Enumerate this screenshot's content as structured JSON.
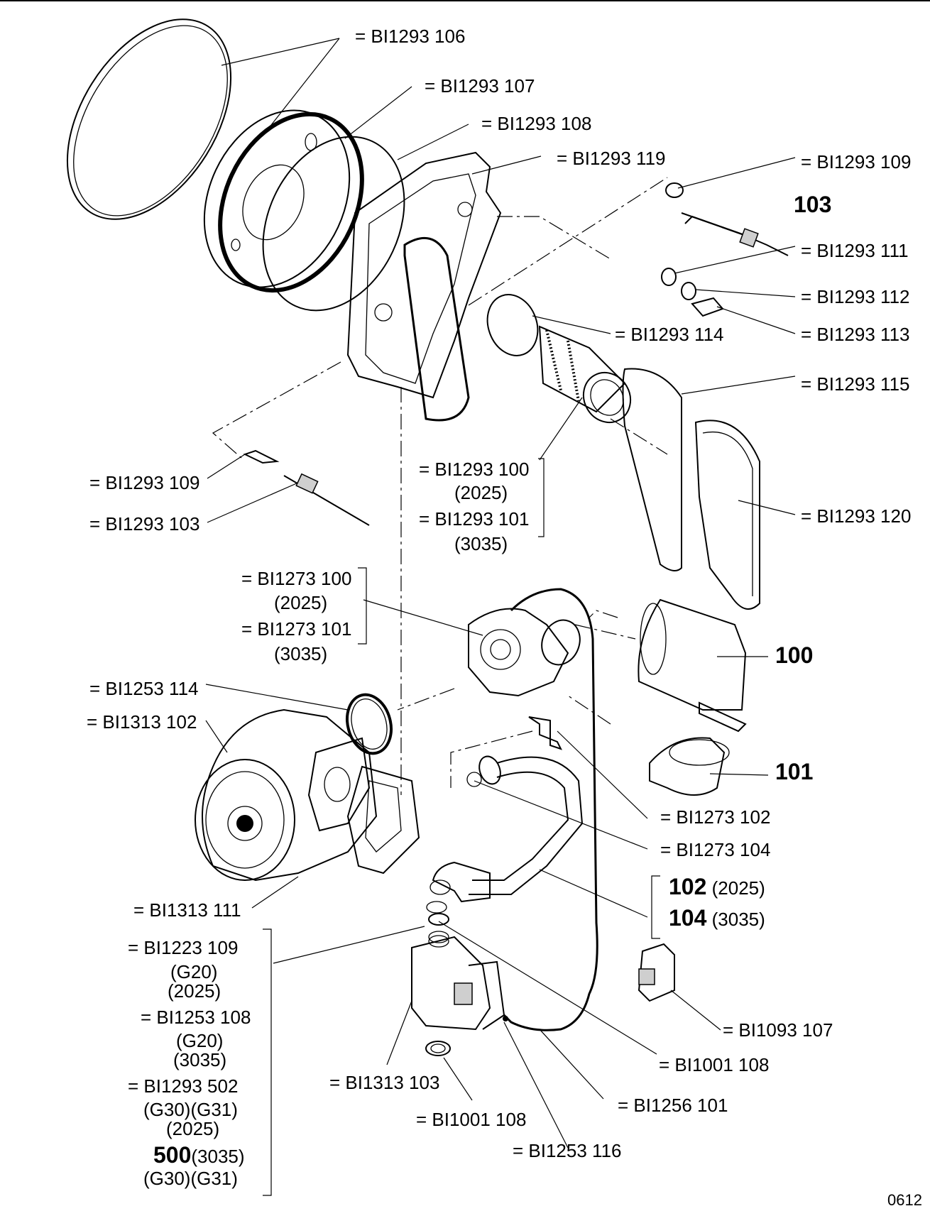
{
  "diagram": {
    "corner_code": "0612",
    "parts": {
      "p106": "= BI1293 106",
      "p107": "= BI1293 107",
      "p108": "= BI1293 108",
      "p119": "= BI1293 119",
      "p109_top": "= BI1293 109",
      "n103": "103",
      "p111": "= BI1293 111",
      "p112": "= BI1293 112",
      "p113": "= BI1293 113",
      "p114": "= BI1293 114",
      "p115": "= BI1293 115",
      "p120": "= BI1293 120",
      "p109_left": "= BI1293 109",
      "p103_left": "= BI1293 103",
      "p100_burner": "= BI1293 100",
      "v2025_a": "(2025)",
      "p101_burner": "= BI1293 101",
      "v3035_a": "(3035)",
      "p1273_100": "= BI1273 100",
      "v2025_b": "(2025)",
      "p1273_101": "= BI1273 101",
      "v3035_b": "(3035)",
      "n100": "100",
      "p1253_114": "= BI1253 114",
      "p1313_102": "= BI1313 102",
      "n101": "101",
      "p1273_102": "= BI1273 102",
      "p1273_104": "= BI1273 104",
      "n102": "102",
      "v2025_c": "(2025)",
      "n104": "104",
      "v3035_c": "(3035)",
      "p1313_111": "= BI1313 111",
      "p1223_109": "= BI1223 109",
      "g20_a": "(G20)",
      "v2025_d": "(2025)",
      "p1253_108": "= BI1253 108",
      "g20_b": "(G20)",
      "v3035_d": "(3035)",
      "p1293_502": "= BI1293 502",
      "g30g31_a": "(G30)(G31)",
      "v2025_e": "(2025)",
      "n500": "500",
      "v3035_e": "(3035)",
      "g30g31_b": "(G30)(G31)",
      "p1093_107": "= BI1093 107",
      "p1001_108_right": "= BI1001 108",
      "p1313_103": "= BI1313 103",
      "p1256_101": "= BI1256 101",
      "p1001_108_bottom": "= BI1001 108",
      "p1253_116": "= BI1253 116"
    }
  }
}
